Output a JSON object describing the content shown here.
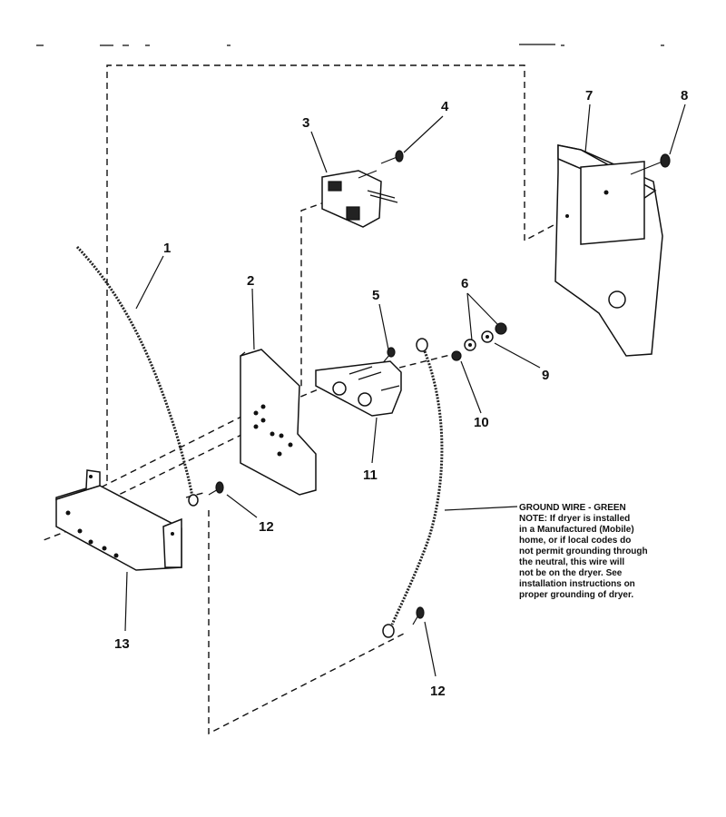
{
  "callouts": [
    {
      "id": "c1",
      "text": "1"
    },
    {
      "id": "c2",
      "text": "2"
    },
    {
      "id": "c3",
      "text": "3"
    },
    {
      "id": "c4",
      "text": "4"
    },
    {
      "id": "c5",
      "text": "5"
    },
    {
      "id": "c6",
      "text": "6"
    },
    {
      "id": "c7",
      "text": "7"
    },
    {
      "id": "c8",
      "text": "8"
    },
    {
      "id": "c9",
      "text": "9"
    },
    {
      "id": "c10",
      "text": "10"
    },
    {
      "id": "c11",
      "text": "11"
    },
    {
      "id": "c12a",
      "text": "12"
    },
    {
      "id": "c12b",
      "text": "12"
    },
    {
      "id": "c13",
      "text": "13"
    }
  ],
  "note": {
    "lines": [
      "GROUND WIRE - GREEN",
      "NOTE: If dryer is installed",
      "in a Manufactured (Mobile)",
      "home, or if local codes do",
      "not permit grounding through",
      "the neutral, this wire will",
      "not be on the dryer. See",
      "installation instructions on",
      "proper grounding of dryer."
    ]
  }
}
